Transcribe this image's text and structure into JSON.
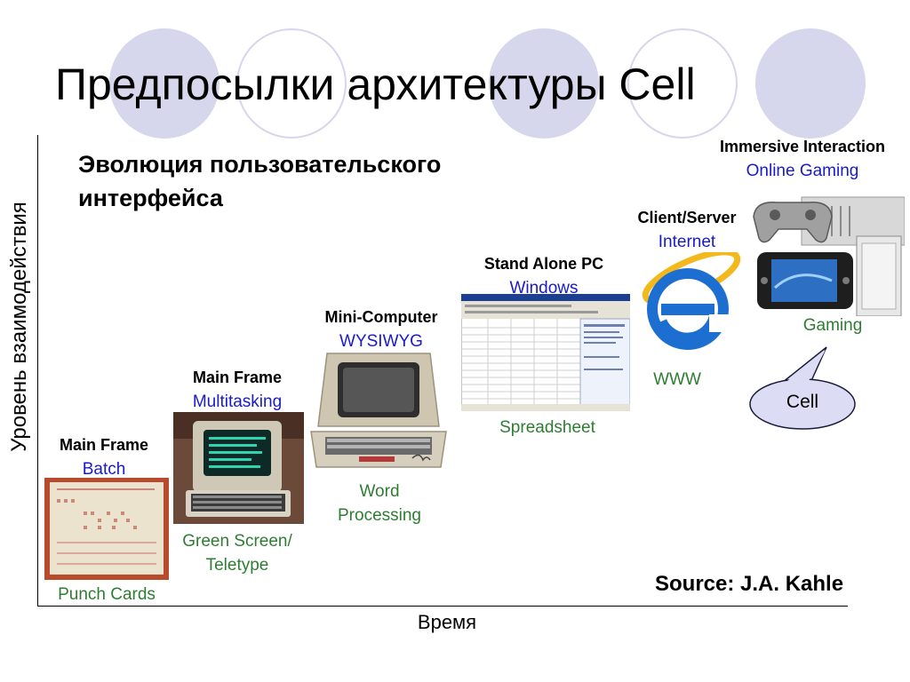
{
  "slide": {
    "title": "Предпосылки архитектуры Cell",
    "subtitle_line1": "Эволюция пользовательского",
    "subtitle_line2": "интерфейса",
    "y_axis_label": "Уровень взаимодействия",
    "x_axis_label": "Время",
    "source": "Source: J.A. Kahle",
    "callout": "Cell",
    "colors": {
      "circle_fill": "#d6d6ec",
      "platform_text": "#000000",
      "paradigm_text": "#1a1ac8",
      "device_text": "#2e7d32",
      "callout_fill": "#dcdcf4"
    }
  },
  "stages": [
    {
      "platform": "Main Frame",
      "paradigm": "Batch",
      "device_line1": "Punch Cards",
      "device_line2": "",
      "icon": "punch-card-icon"
    },
    {
      "platform": "Main Frame",
      "paradigm": "Multitasking",
      "device_line1": "Green Screen/",
      "device_line2": "Teletype",
      "icon": "terminal-icon"
    },
    {
      "platform": "Mini-Computer",
      "paradigm": "WYSIWYG",
      "device_line1": "Word",
      "device_line2": "Processing",
      "icon": "minicomputer-icon"
    },
    {
      "platform": "Stand Alone PC",
      "paradigm": "Windows",
      "device_line1": "Spreadsheet",
      "device_line2": "",
      "icon": "spreadsheet-icon"
    },
    {
      "platform": "Client/Server",
      "paradigm": "Internet",
      "device_line1": "WWW",
      "device_line2": "",
      "icon": "internet-explorer-icon"
    },
    {
      "platform": "Immersive Interaction",
      "paradigm": "Online Gaming",
      "device_line1": "Gaming",
      "device_line2": "",
      "icon": "game-console-icon"
    }
  ]
}
